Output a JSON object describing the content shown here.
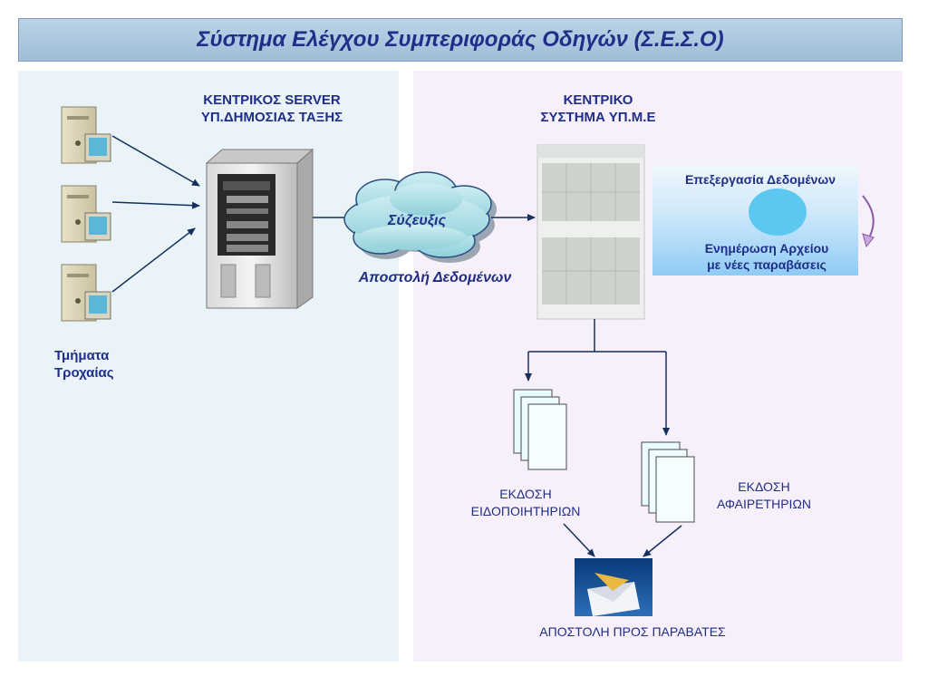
{
  "title": "Σύστημα Ελέγχου Συμπεριφοράς Οδηγών (Σ.Ε.Σ.Ο)",
  "central_server": {
    "line1": "ΚΕΝΤΡΙΚΟΣ SERVER",
    "line2": "ΥΠ.ΔΗΜΟΣΙΑΣ ΤΑΞΗΣ"
  },
  "traffic_departments": {
    "line1": "Τμήματα",
    "line2": "Τροχαίας"
  },
  "cloud_label": "Σύζευξις",
  "data_send_label": "Αποστολή Δεδομένων",
  "central_system": {
    "line1": "ΚΕΝΤΡΙΚΟ",
    "line2": "ΣΥΣΤΗΜΑ ΥΠ.Μ.Ε"
  },
  "processing_label": "Επεξεργασία Δεδομένων",
  "update": {
    "line1": "Ενημέρωση Αρχείου",
    "line2": "με νέες παραβάσεις"
  },
  "notices": {
    "line1": "ΕΚΔΟΣΗ",
    "line2": "ΕΙΔΟΠΟΙΗΤΗΡΙΩΝ"
  },
  "revocations": {
    "line1": "ΕΚΔΟΣΗ",
    "line2": "ΑΦΑΙΡΕΤΗΡΙΩΝ"
  },
  "send_to_violators": "ΑΠΟΣΤΟΛΗ ΠΡΟΣ ΠΑΡΑΒΑΤΕΣ"
}
